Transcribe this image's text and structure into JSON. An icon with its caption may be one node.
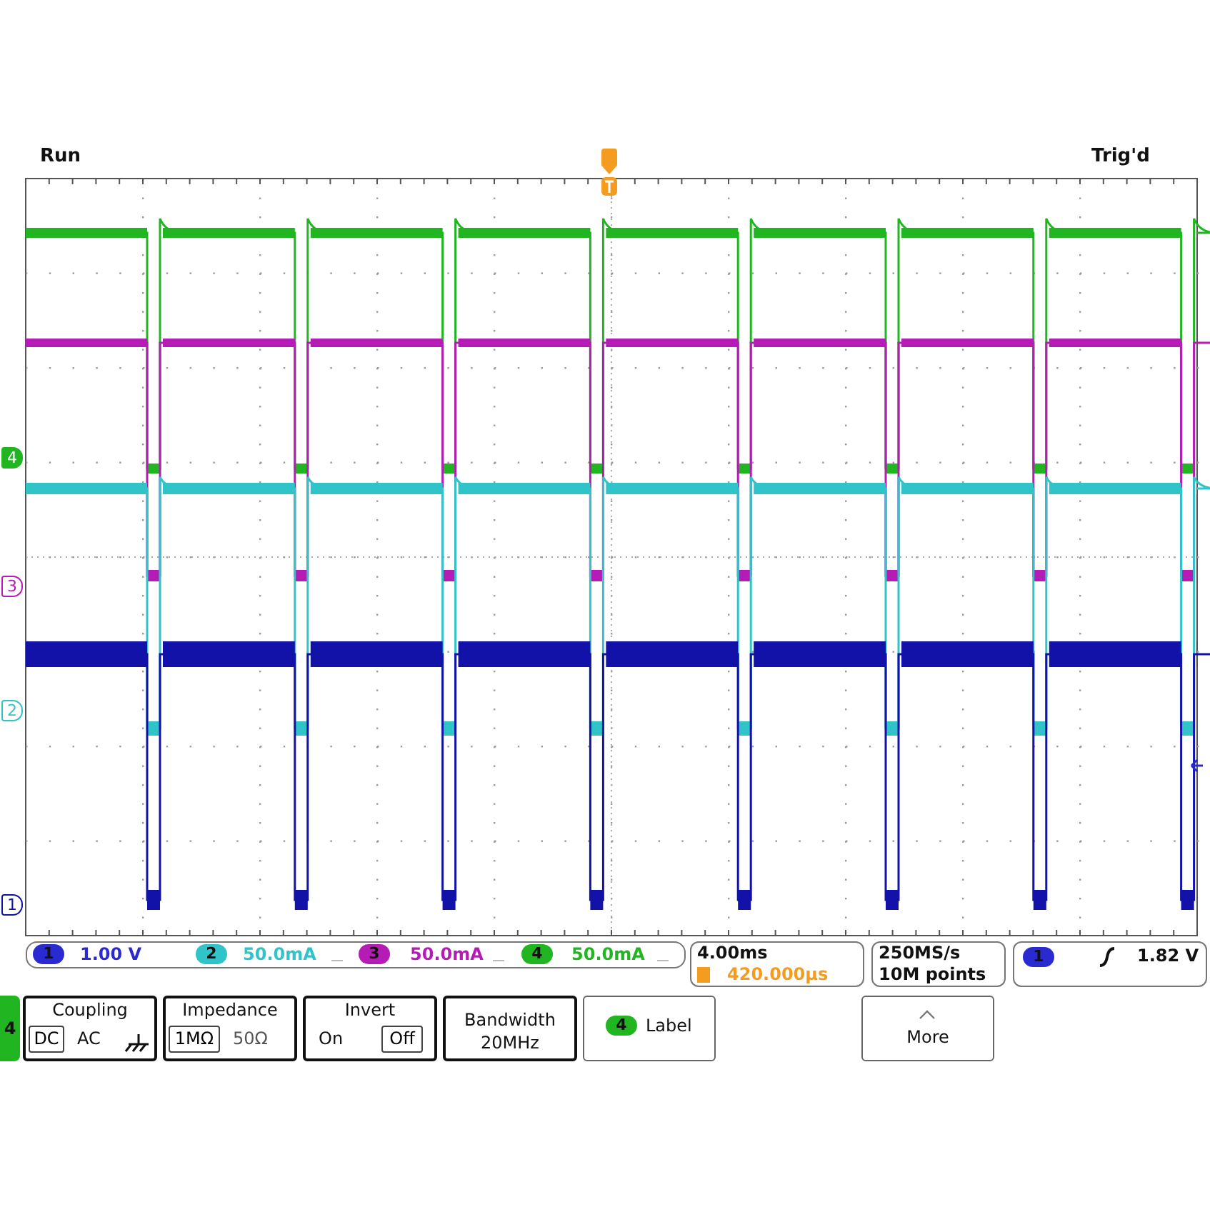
{
  "diagram": {
    "labels": [
      "Run",
      "Trig'd",
      "4",
      "3",
      "2",
      "1",
      "1",
      "1.00 V",
      "2",
      "50.0mA",
      "3",
      "50.0mA",
      "4",
      "50.0mA",
      "4.00ms",
      "420.000µs",
      "250MS/s",
      "10M points",
      "1",
      "1.82 V",
      "4",
      "Coupling",
      "DC",
      "AC",
      "Impedance",
      "1MΩ",
      "50Ω",
      "Invert",
      "On",
      "Off",
      "Bandwidth 20MHz",
      "4",
      "Label",
      "More"
    ]
  }
}
